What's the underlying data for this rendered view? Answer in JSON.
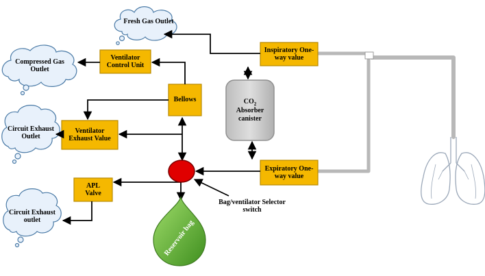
{
  "colors": {
    "box_fill": "#f5b800",
    "box_stroke": "#b78a00",
    "cloud_fill": "#e8f1fb",
    "cloud_stroke": "#4a7aa6",
    "arrow": "#000000",
    "tube": "#b8b8b8",
    "canister_fill": "#cfcfcf",
    "selector_fill": "#e00000",
    "bag_fill": "#6bb83a",
    "lung_stroke": "#9aa7b8"
  },
  "outlets": {
    "fresh_gas": "Fresh Gas Outlet",
    "compressed_gas": "Compressed Gas Outlet",
    "circuit_exhaust_1": "Circuit Exhaust Outlet",
    "circuit_exhaust_2": "Circuit Exhaust outlet"
  },
  "boxes": {
    "ventilator_control_unit": "Ventilator Control Unit",
    "bellows": "Bellows",
    "ventilator_exhaust_value": "Ventilator Exhaust Value",
    "apl_valve": "APL Valve",
    "inspiratory": "Inspiratory One-way value",
    "expiratory": "Expiratory One-way value"
  },
  "canister": {
    "formula_main": "CO",
    "formula_sub": "2",
    "line2": "Absorber",
    "line3": "canister"
  },
  "selector": {
    "label": "Bag/ventilator Selector switch"
  },
  "reservoir": {
    "label": "Reservoir bag"
  },
  "icons": {
    "lungs": "lungs-icon"
  }
}
